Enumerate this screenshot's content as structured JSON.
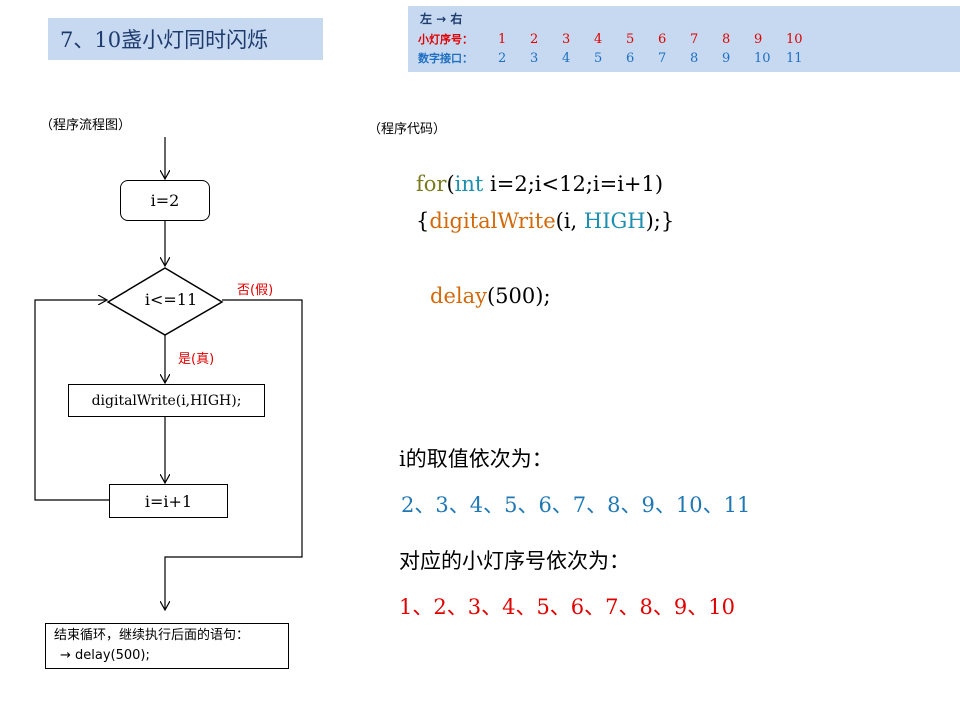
{
  "title": "7、10盏小灯同时闪烁",
  "pin_map": {
    "direction": "左 → 右",
    "led_label": "小灯序号：",
    "led_values": [
      "1",
      "2",
      "3",
      "4",
      "5",
      "6",
      "7",
      "8",
      "9",
      "10"
    ],
    "pin_label": "数字接口：",
    "pin_values": [
      "2",
      "3",
      "4",
      "5",
      "6",
      "7",
      "8",
      "9",
      "10",
      "11"
    ]
  },
  "captions": {
    "flowchart": "（程序流程图）",
    "code": "（程序代码）"
  },
  "flowchart": {
    "start": "i=2",
    "condition": "i<=11",
    "false_label": "否(假)",
    "true_label": "是(真)",
    "action": "digitalWrite(i,HIGH);",
    "increment": "i=i+1",
    "end_line1": "结束循环，继续执行后面的语句：",
    "end_line2": "→ delay(500);"
  },
  "code": {
    "line1_kw": "for",
    "line1_paren_open": "(",
    "line1_type": "int",
    "line1_rest": " i=2;i<12;i=i+1)",
    "line2_open": "{",
    "line2_fn": "digitalWrite",
    "line2_args_a": "(i, ",
    "line2_const": "HIGH",
    "line2_close": ");}",
    "line3_fn": "delay",
    "line3_args": "(500);"
  },
  "explanation": {
    "i_values_label": "i的取值依次为：",
    "i_values": "2、3、4、5、6、7、8、9、10、11",
    "led_order_label": "对应的小灯序号依次为：",
    "led_order": "1、2、3、4、5、6、7、8、9、10"
  },
  "colors": {
    "header_bg": "#c6d9f1",
    "red": "#e00000",
    "blue": "#1f78b4",
    "keyword": "#7a7a1e",
    "function": "#d2690b"
  }
}
